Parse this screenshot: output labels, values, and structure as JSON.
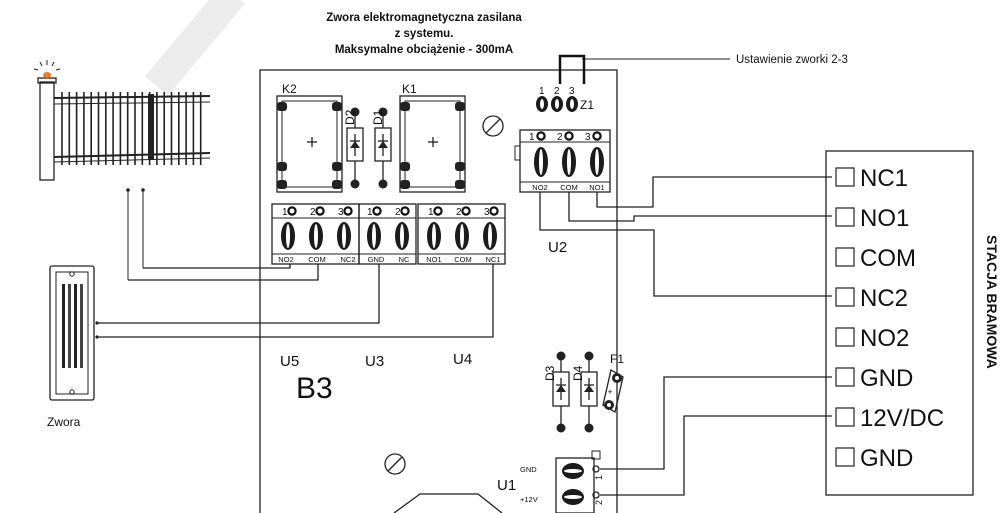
{
  "header": {
    "line1": "Zwora elektromagnetyczna zasilana",
    "line2": "z systemu.",
    "line3": "Maksymalne obciążenie - 300mA"
  },
  "jumper_note": "Ustawienie zworki 2-3",
  "board": {
    "name": "B3",
    "relay_k1": "K1",
    "relay_k2": "K2",
    "diode_d1": "D1",
    "diode_d2": "D2",
    "diode_d3": "D3",
    "diode_d4": "D4",
    "fuse": "F1",
    "fuse_sign": "+",
    "z1": {
      "label": "Z1",
      "pins": [
        "1",
        "2",
        "3"
      ]
    },
    "u2": {
      "label": "U2",
      "nums": [
        "1",
        "2",
        "3"
      ],
      "pins": [
        "NO2",
        "COM",
        "NO1"
      ]
    },
    "u5": {
      "label": "U5",
      "nums": [
        "1",
        "2",
        "3"
      ],
      "pins": [
        "NO2",
        "COM",
        "NC2"
      ]
    },
    "u3": {
      "label": "U3",
      "nums": [
        "1",
        "2"
      ],
      "pins": [
        "GND",
        "NC"
      ]
    },
    "u4": {
      "label": "U4",
      "nums": [
        "1",
        "2",
        "3"
      ],
      "pins": [
        "NO1",
        "COM",
        "NC1"
      ]
    },
    "u1": {
      "label": "U1",
      "gnd": "GND",
      "v12": "+12V",
      "nums": [
        "1",
        "2"
      ]
    }
  },
  "station": {
    "title": "STACJA BRAMOWA",
    "terminals": [
      "NC1",
      "NO1",
      "COM",
      "NC2",
      "NO2",
      "GND",
      "12V/DC",
      "GND"
    ]
  },
  "maglock_label": "Zwora",
  "colors": {
    "lines": "#222222",
    "background": "#ffffff",
    "lamp": "#f07a1c",
    "watermark": "#e9e9e9"
  }
}
